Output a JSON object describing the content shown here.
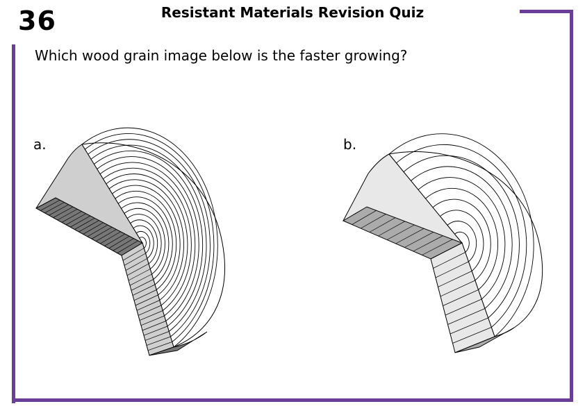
{
  "slide": {
    "number": "36",
    "title": "Resistant Materials Revision Quiz",
    "question": "Which wood grain image below is the faster growing?"
  },
  "options": [
    {
      "label": "a.",
      "ring_count": 20,
      "ring_style": "tight"
    },
    {
      "label": "b.",
      "ring_count": 10,
      "ring_style": "wide"
    }
  ],
  "colors": {
    "frame": "#6a3d96",
    "a_dark_face": "#777777",
    "a_light_face": "#cfcfcf",
    "b_dark_face": "#ababab",
    "b_light_face": "#e8e8e8"
  }
}
